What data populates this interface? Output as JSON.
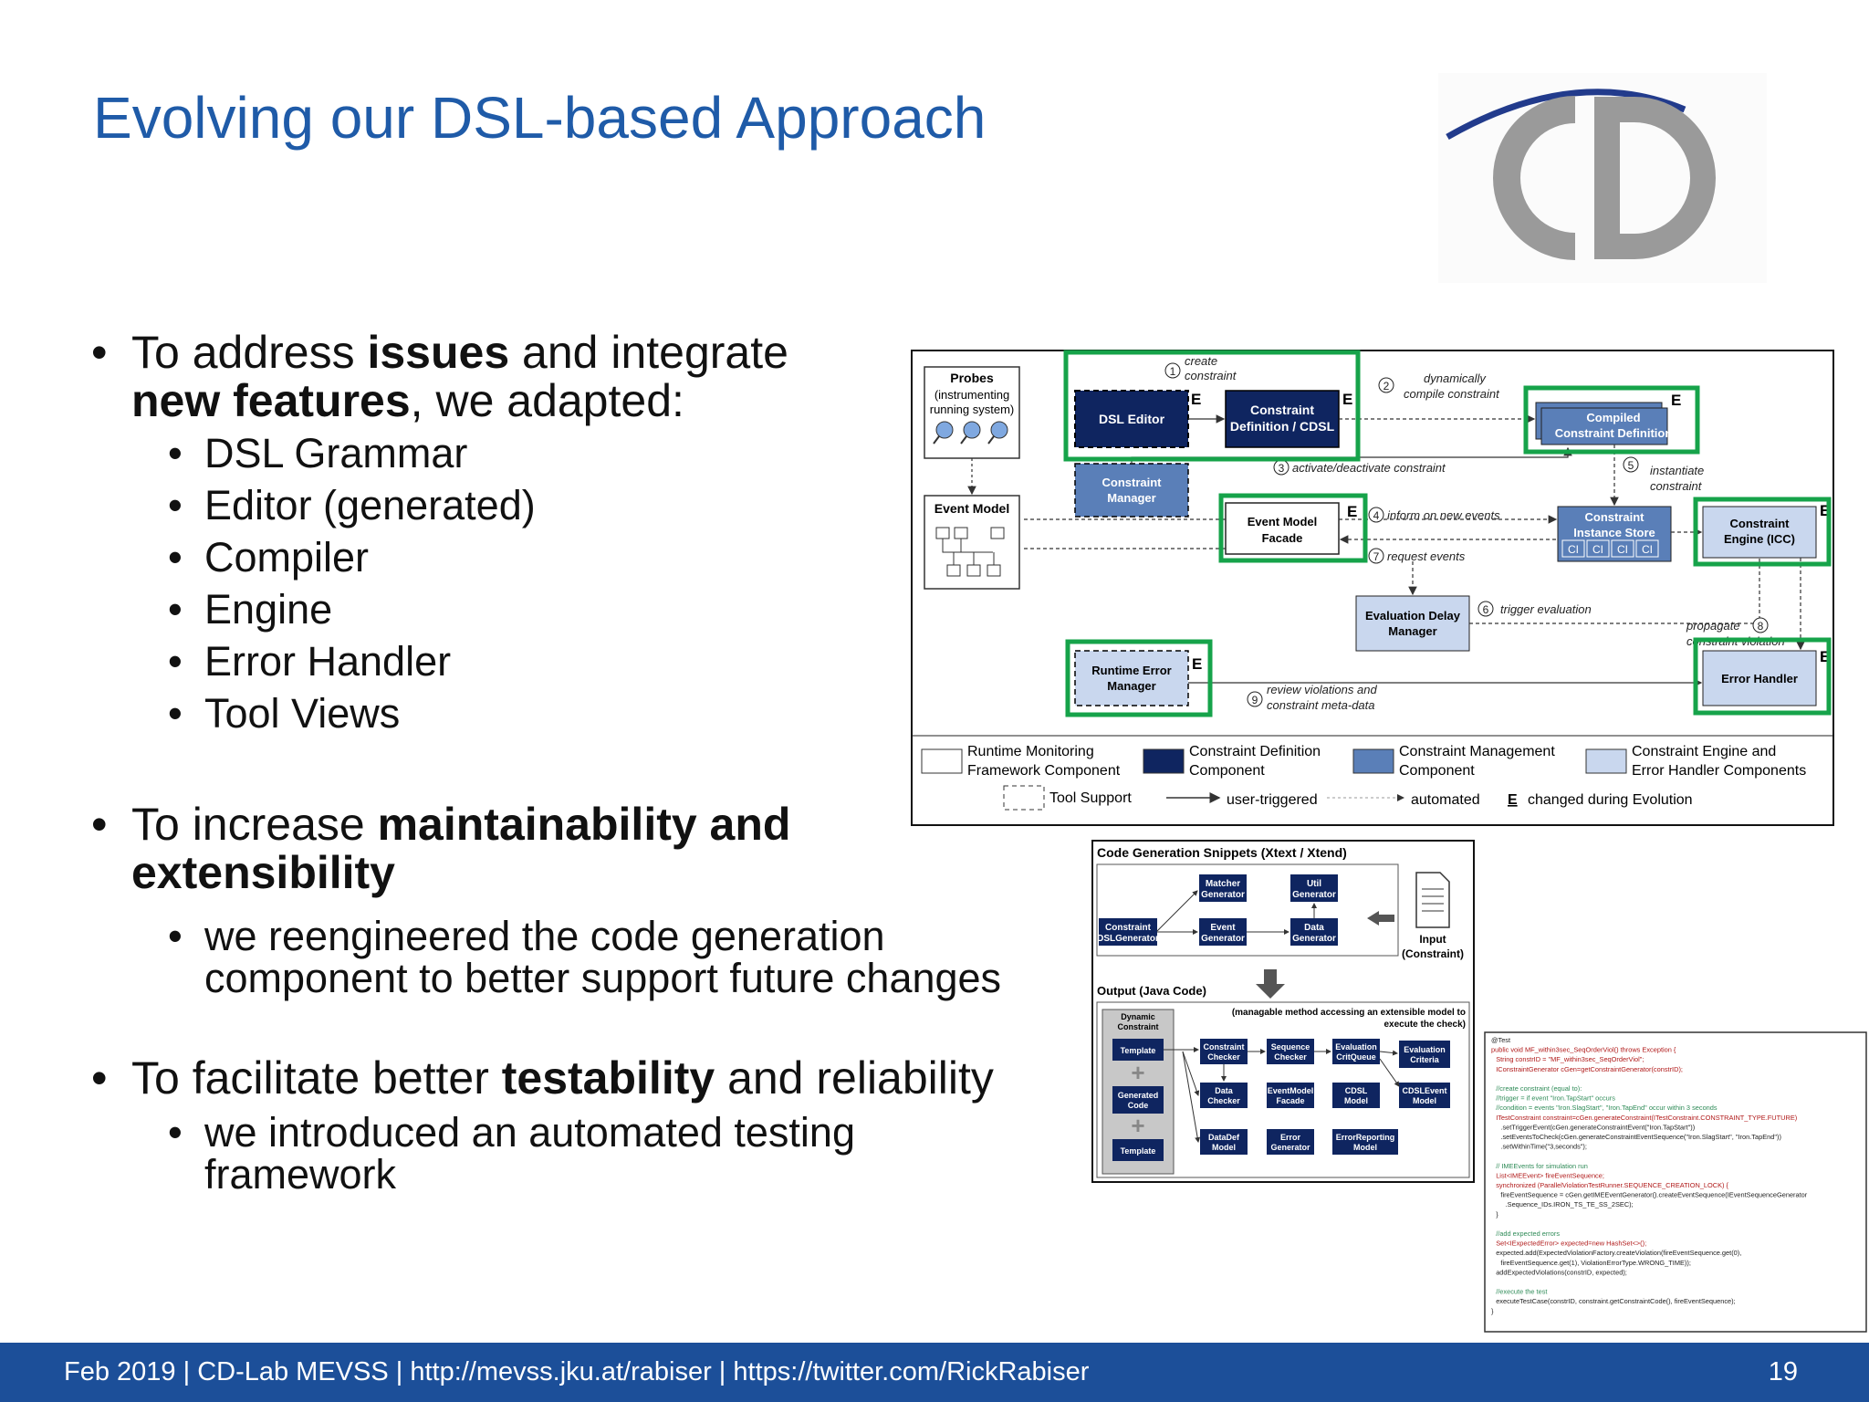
{
  "slide": {
    "title": "Evolving our DSL-based Approach",
    "footer_text": "Feb 2019 |  CD-Lab MEVSS | http://mevss.jku.at/rabiser | https://twitter.com/RickRabiser",
    "page_number": "19"
  },
  "bullets": {
    "b1": {
      "pre": "To address ",
      "bold1": "issues",
      "mid": " and integrate",
      "bold2": "new features",
      "post": ", we adapted:"
    },
    "b1_sub": [
      "DSL Grammar",
      "Editor (generated)",
      "Compiler",
      "Engine",
      "Error Handler",
      "Tool Views"
    ],
    "b2": {
      "pre": "To increase ",
      "bold1": "maintainability and",
      "bold2": "extensibility"
    },
    "b2_sub": {
      "line1": "we reengineered the code generation",
      "line2": "component to better support future changes"
    },
    "b3": {
      "pre": "To facilitate better ",
      "bold": "testability",
      "post": " and reliability"
    },
    "b3_sub": {
      "line1": "we introduced an automated testing",
      "line2": "framework"
    }
  },
  "arch": {
    "probes": [
      "Probes",
      "(instrumenting",
      "running system)"
    ],
    "event_model": "Event Model",
    "dsl_editor": "DSL Editor",
    "constraint_def": [
      "Constraint",
      "Definition / CDSL"
    ],
    "compiled": [
      "Compiled",
      "Constraint Definition"
    ],
    "constraint_manager": [
      "Constraint",
      "Manager"
    ],
    "em_facade": [
      "Event Model",
      "Facade"
    ],
    "instance_store": [
      "Constraint",
      "Instance Store"
    ],
    "ci": "CI",
    "engine": [
      "Constraint",
      "Engine (ICC)"
    ],
    "eval_delay": [
      "Evaluation Delay",
      "Manager"
    ],
    "runtime_error": [
      "Runtime Error",
      "Manager"
    ],
    "error_handler": "Error Handler",
    "e_mark": "E",
    "arrows": {
      "a1": [
        "create",
        "constraint"
      ],
      "a2": [
        "dynamically",
        "compile  constraint"
      ],
      "a3": "activate/deactivate constraint",
      "a4": "inform on new events",
      "a5": [
        "instantiate",
        "constraint"
      ],
      "a6": "trigger evaluation",
      "a7": "request events",
      "a8": [
        "propagate",
        "constraint violation"
      ],
      "a9": [
        "review violations and",
        "constraint meta-data"
      ]
    },
    "nums": [
      "1",
      "2",
      "3",
      "4",
      "5",
      "6",
      "7",
      "8",
      "9"
    ],
    "legend": {
      "rmf": [
        "Runtime Monitoring",
        "Framework Component"
      ],
      "cdc": [
        "Constraint Definition",
        "Component"
      ],
      "cmc": [
        "Constraint Management",
        "Component"
      ],
      "ceh": [
        "Constraint Engine and",
        "Error Handler Components"
      ],
      "tool": "Tool Support",
      "user": "user-triggered",
      "auto": "automated",
      "changed": "changed during Evolution"
    }
  },
  "codegen": {
    "title": "Code Generation Snippets (Xtext / Xtend)",
    "boxes": {
      "matcher": [
        "Matcher",
        "Generator"
      ],
      "util": [
        "Util",
        "Generator"
      ],
      "cdsl": [
        "Constraint",
        "DSLGenerator"
      ],
      "event": [
        "Event",
        "Generator"
      ],
      "data": [
        "Data",
        "Generator"
      ]
    },
    "input": [
      "Input",
      "(Constraint)"
    ],
    "output_title": "Output (Java Code)",
    "output_note": [
      "(managable method accessing an extensible model to",
      "execute the check)"
    ],
    "dynamic": [
      "Dynamic",
      "Constraint"
    ],
    "template": "Template",
    "generated": [
      "Generated",
      "Code"
    ],
    "out_boxes": [
      [
        "Constraint",
        "Checker"
      ],
      [
        "Sequence",
        "Checker"
      ],
      [
        "Evaluation",
        "CritQueue"
      ],
      [
        "Evaluation",
        "Criteria"
      ],
      [
        "Data",
        "Checker"
      ],
      [
        "EventModel",
        "Facade"
      ],
      [
        "CDSL",
        "Model"
      ],
      [
        "CDSLEvent",
        "Model"
      ],
      [
        "DataDef",
        "Model"
      ],
      [
        "Error",
        "Generator"
      ],
      [
        "ErrorReporting",
        "Model"
      ]
    ]
  },
  "test_code": [
    "@Test",
    "public void MF_within3sec_SeqOrderViol() throws Exception {",
    "  String constrID = \"MF_within3sec_SeqOrderViol\";",
    "  IConstraintGenerator cGen=getConstraintGenerator(constrID);",
    "",
    "  //create constraint (equal to):",
    "  //trigger = if event \"Iron.TapStart\" occurs",
    "  //condition = events \"Iron.SlagStart\", \"Iron.TapEnd\" occur within 3 seconds",
    "  ITestConstraint constraint=cGen.generateConstraint(ITestConstraint.CONSTRAINT_TYPE.FUTURE)",
    "    .setTriggerEvent(cGen.generateConstraintEvent(\"Iron.TapStart\"))",
    "    .setEventsToCheck(cGen.generateConstraintEventSequence(\"Iron.SlagStart\", \"Iron.TapEnd\"))",
    "    .setWithinTime(\"3,seconds\");",
    "",
    "  // IMEEvents for simulation run",
    "  List<IMEEvent> fireEventSequence;",
    "  synchronized (ParallelViolationTestRunner.SEQUENCE_CREATION_LOCK) {",
    "    fireEventSequence = cGen.getIMEEventGenerator().createEventSequence(IEventSequenceGenerator",
    "      .Sequence_IDs.IRON_TS_TE_SS_2SEC);",
    "  }",
    "",
    "  //add expected errors",
    "  Set<IExpectedError> expected=new HashSet<>();",
    "  expected.add(ExpectedViolationFactory.createViolation(fireEventSequence.get(0),",
    "    fireEventSequence.get(1), ViolationErrorType.WRONG_TIME));",
    "  addExpectedViolations(constrID, expected);",
    "",
    "  //execute the test",
    "  executeTestCase(constrID, constraint.getConstraintCode(), fireEventSequence);",
    "}"
  ],
  "colors": {
    "title_blue": "#1f5ba8",
    "footer_blue": "#1c4f99",
    "dark_navy": "#0f2560",
    "mid_blue": "#5a7fb8",
    "light_blue": "#c9d7ee",
    "highlight_green": "#16a34a"
  }
}
